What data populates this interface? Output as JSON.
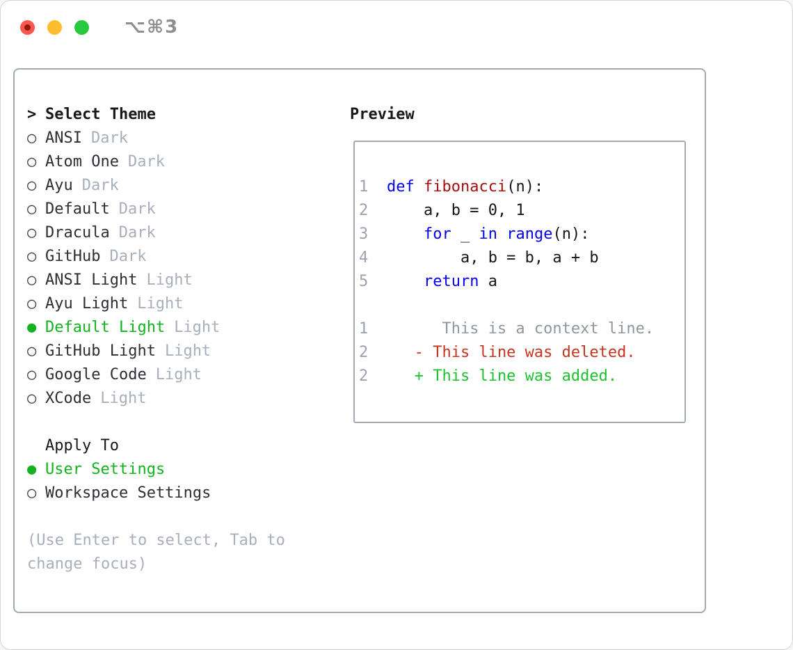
{
  "titlebar": {
    "shortcut_label": "⌥⌘3"
  },
  "colors": {
    "selection_green": "#12b31e",
    "diff_added_green": "#1dc32e",
    "diff_deleted_red": "#c5341f",
    "keyword_blue": "#0000ee",
    "function_red": "#a80f0f",
    "muted_gray": "#a7afba",
    "panel_border": "#a2aab4",
    "traffic_close": "#f8564e",
    "traffic_min": "#fdbd2e",
    "traffic_zoom": "#29c93f"
  },
  "theme_panel": {
    "header": {
      "marker": ">",
      "label": "Select Theme"
    },
    "items": [
      {
        "marker": "○",
        "label": "ANSI",
        "variant": "Dark",
        "selected": false
      },
      {
        "marker": "○",
        "label": "Atom One",
        "variant": "Dark",
        "selected": false
      },
      {
        "marker": "○",
        "label": "Ayu",
        "variant": "Dark",
        "selected": false
      },
      {
        "marker": "○",
        "label": "Default",
        "variant": "Dark",
        "selected": false
      },
      {
        "marker": "○",
        "label": "Dracula",
        "variant": "Dark",
        "selected": false
      },
      {
        "marker": "○",
        "label": "GitHub",
        "variant": "Dark",
        "selected": false
      },
      {
        "marker": "○",
        "label": "ANSI Light",
        "variant": "Light",
        "selected": false
      },
      {
        "marker": "○",
        "label": "Ayu Light",
        "variant": "Light",
        "selected": false
      },
      {
        "marker": "●",
        "label": "Default Light",
        "variant": "Light",
        "selected": true
      },
      {
        "marker": "○",
        "label": "GitHub Light",
        "variant": "Light",
        "selected": false
      },
      {
        "marker": "○",
        "label": "Google Code",
        "variant": "Light",
        "selected": false
      },
      {
        "marker": "○",
        "label": "XCode",
        "variant": "Light",
        "selected": false
      }
    ],
    "apply_to": {
      "label": "Apply To",
      "options": [
        {
          "marker": "●",
          "label": "User Settings",
          "selected": true
        },
        {
          "marker": "○",
          "label": "Workspace Settings",
          "selected": false
        }
      ]
    },
    "help": {
      "lines": [
        "(Use Enter to select, Tab to",
        "change focus)"
      ]
    }
  },
  "preview": {
    "label": "Preview",
    "lines": [
      {
        "num": "1",
        "segments": [
          {
            "text": "def",
            "style": "keyword"
          },
          {
            "text": " ",
            "style": "plain"
          },
          {
            "text": "fibonacci",
            "style": "function"
          },
          {
            "text": "(n):",
            "style": "plain"
          }
        ]
      },
      {
        "num": "2",
        "segments": [
          {
            "text": "    a, b = 0, 1",
            "style": "plain"
          }
        ]
      },
      {
        "num": "3",
        "segments": [
          {
            "text": "    ",
            "style": "plain"
          },
          {
            "text": "for",
            "style": "keyword"
          },
          {
            "text": " _ ",
            "style": "plain"
          },
          {
            "text": "in",
            "style": "keyword"
          },
          {
            "text": " ",
            "style": "plain"
          },
          {
            "text": "range",
            "style": "keyword"
          },
          {
            "text": "(n):",
            "style": "plain"
          }
        ]
      },
      {
        "num": "4",
        "segments": [
          {
            "text": "        a, b = b, a + b",
            "style": "plain"
          }
        ]
      },
      {
        "num": "5",
        "segments": [
          {
            "text": "    ",
            "style": "plain"
          },
          {
            "text": "return",
            "style": "keyword"
          },
          {
            "text": " a",
            "style": "plain"
          }
        ]
      },
      {
        "num": "",
        "segments": []
      },
      {
        "num": "1",
        "segments": [
          {
            "text": "      This is a context line.",
            "style": "context"
          }
        ]
      },
      {
        "num": "2",
        "segments": [
          {
            "text": "   - This line was deleted.",
            "style": "deleted"
          }
        ]
      },
      {
        "num": "2",
        "segments": [
          {
            "text": "   + This line was added.",
            "style": "added"
          }
        ]
      }
    ]
  }
}
